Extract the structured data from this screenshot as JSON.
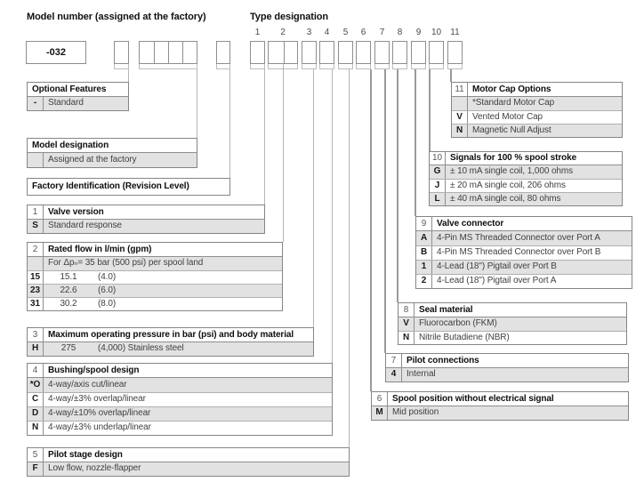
{
  "headings": {
    "model_number": "Model number (assigned at the factory)",
    "type_designation": "Type designation"
  },
  "model": {
    "value": "-032"
  },
  "type_positions": [
    "1",
    "2",
    "3",
    "4",
    "5",
    "6",
    "7",
    "8",
    "9",
    "10",
    "11"
  ],
  "tables": [
    {
      "id": "optional_features",
      "num": "",
      "title": "Optional Features",
      "rows": [
        {
          "key": "-",
          "value": "Standard"
        }
      ]
    },
    {
      "id": "model_designation",
      "num": "",
      "title": "Model designation",
      "rows": [
        {
          "key": "",
          "value": "Assigned at the factory"
        }
      ]
    },
    {
      "id": "factory_identification",
      "num": "",
      "title": "Factory Identification (Revision Level)",
      "rows": []
    },
    {
      "id": "valve_version",
      "num": "1",
      "title": "Valve version",
      "rows": [
        {
          "key": "S",
          "value": "Standard response"
        }
      ]
    },
    {
      "id": "rated_flow",
      "num": "2",
      "title": "Rated flow in l/min (gpm)",
      "rows": [
        {
          "key": "",
          "value": "For Δpₙ= 35 bar (500 psi) per spool land"
        },
        {
          "key": "15",
          "value": "15.1",
          "value2": "(4.0)"
        },
        {
          "key": "23",
          "value": "22.6",
          "value2": "(6.0)"
        },
        {
          "key": "31",
          "value": "30.2",
          "value2": "(8.0)"
        }
      ]
    },
    {
      "id": "max_pressure",
      "num": "3",
      "title": "Maximum operating pressure in bar (psi) and body material",
      "rows": [
        {
          "key": "H",
          "value": "275",
          "value2": "(4,000) Stainless steel"
        }
      ]
    },
    {
      "id": "bushing_spool",
      "num": "4",
      "title": "Bushing/spool design",
      "rows": [
        {
          "key": "*O",
          "value": "4-way/axis cut/linear"
        },
        {
          "key": "C",
          "value": "4-way/±3% overlap/linear"
        },
        {
          "key": "D",
          "value": "4-way/±10% overlap/linear"
        },
        {
          "key": "N",
          "value": "4-way/±3% underlap/linear"
        }
      ]
    },
    {
      "id": "pilot_stage",
      "num": "5",
      "title": "Pilot stage design",
      "rows": [
        {
          "key": "F",
          "value": "Low flow, nozzle-flapper"
        }
      ]
    },
    {
      "id": "spool_position",
      "num": "6",
      "title": "Spool position without electrical signal",
      "rows": [
        {
          "key": "M",
          "value": "Mid position"
        }
      ]
    },
    {
      "id": "pilot_connections",
      "num": "7",
      "title": "Pilot connections",
      "rows": [
        {
          "key": "4",
          "value": "Internal"
        }
      ]
    },
    {
      "id": "seal_material",
      "num": "8",
      "title": "Seal material",
      "rows": [
        {
          "key": "V",
          "value": "Fluorocarbon (FKM)"
        },
        {
          "key": "N",
          "value": "Nitrile Butadiene (NBR)"
        }
      ]
    },
    {
      "id": "valve_connector",
      "num": "9",
      "title": "Valve connector",
      "rows": [
        {
          "key": "A",
          "value": "4-Pin MS Threaded Connector over Port A"
        },
        {
          "key": "B",
          "value": "4-Pin MS Threaded Connector over Port B"
        },
        {
          "key": "1",
          "value": "4-Lead (18\") Pigtail over Port B"
        },
        {
          "key": "2",
          "value": "4-Lead (18\") Pigtail over Port A"
        }
      ]
    },
    {
      "id": "signals",
      "num": "10",
      "title": "Signals for 100 % spool stroke",
      "rows": [
        {
          "key": "G",
          "value": "± 10 mA single coil, 1,000 ohms"
        },
        {
          "key": "J",
          "value": "± 20 mA single coil, 206 ohms"
        },
        {
          "key": "L",
          "value": "± 40 mA single coil, 80 ohms"
        }
      ]
    },
    {
      "id": "motor_cap",
      "num": "11",
      "title": "Motor Cap Options",
      "rows": [
        {
          "key": "",
          "value": "*Standard Motor Cap"
        },
        {
          "key": "V",
          "value": "Vented Motor Cap"
        },
        {
          "key": "N",
          "value": "Magnetic Null Adjust"
        }
      ]
    }
  ],
  "colors": {
    "row_stripe": "#e2e2e2",
    "table_border": "#858585",
    "line_light": "#b5b5b5",
    "line_dark": "#9a9a9a"
  }
}
